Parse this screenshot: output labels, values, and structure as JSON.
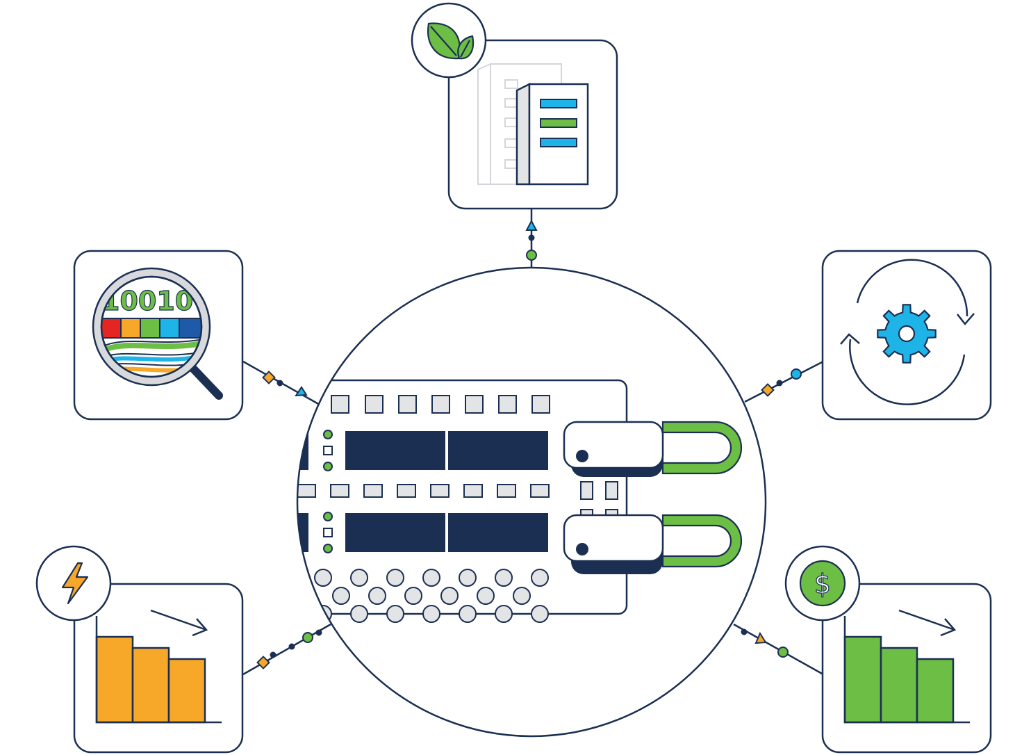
{
  "colors": {
    "navy": "#1b2f52",
    "green": "#6cbe45",
    "orange": "#f7a829",
    "blue": "#1fb4e8",
    "gray_fill": "#e3e4e6",
    "white": "#ffffff"
  },
  "icons": {
    "top_badge": "leaf-icon",
    "top_card": "document-icon",
    "left_card": "magnifier-data-icon",
    "right_card": "gear-cycle-icon",
    "bottom_left_badge": "lightning-icon",
    "bottom_left_card": "bar-chart-decrease-icon",
    "bottom_right_badge": "dollar-icon",
    "bottom_right_card": "bar-chart-decrease-icon",
    "center": "network-switch-icon"
  },
  "binary_text": "10010",
  "dollar_symbol": "$",
  "bottom_left_chart": {
    "type": "bar",
    "values": [
      1.0,
      0.87,
      0.74
    ],
    "trend": "down",
    "color": "#f7a829"
  },
  "bottom_right_chart": {
    "type": "bar",
    "values": [
      1.0,
      0.87,
      0.74
    ],
    "trend": "down",
    "color": "#6cbe45"
  }
}
